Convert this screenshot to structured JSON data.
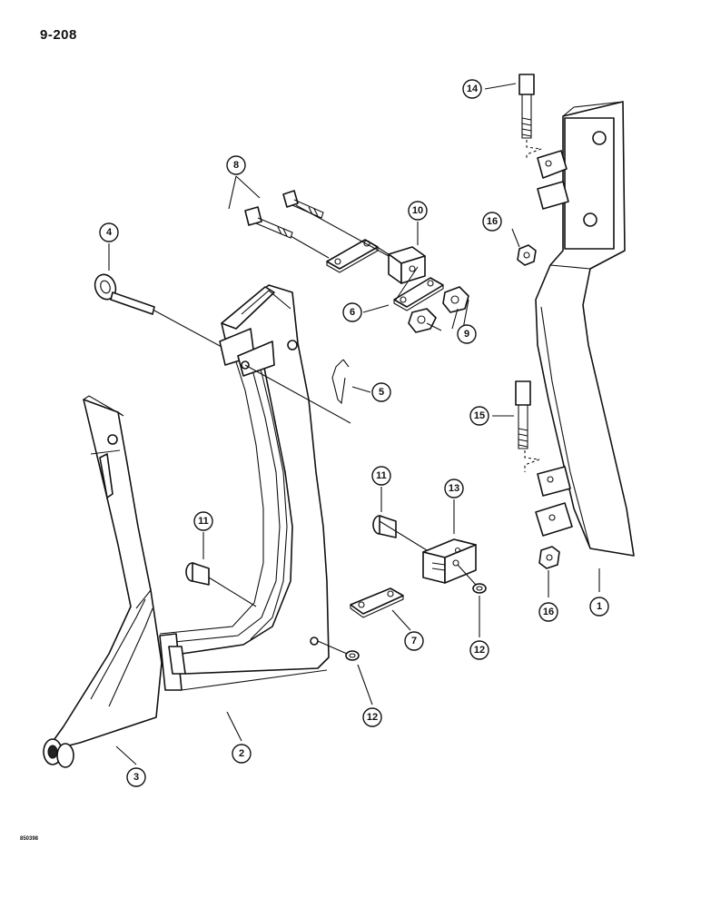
{
  "page_label": "9-208",
  "drawing_code": "850398",
  "callouts": [
    {
      "id": "c1",
      "label": "1"
    },
    {
      "id": "c2",
      "label": "2"
    },
    {
      "id": "c3",
      "label": "3"
    },
    {
      "id": "c4",
      "label": "4"
    },
    {
      "id": "c5",
      "label": "5"
    },
    {
      "id": "c6",
      "label": "6"
    },
    {
      "id": "c7",
      "label": "7"
    },
    {
      "id": "c8",
      "label": "8"
    },
    {
      "id": "c9",
      "label": "9"
    },
    {
      "id": "c10",
      "label": "10"
    },
    {
      "id": "c11a",
      "label": "11"
    },
    {
      "id": "c11b",
      "label": "11"
    },
    {
      "id": "c12a",
      "label": "12"
    },
    {
      "id": "c12b",
      "label": "12"
    },
    {
      "id": "c13",
      "label": "13"
    },
    {
      "id": "c14",
      "label": "14"
    },
    {
      "id": "c15",
      "label": "15"
    },
    {
      "id": "c16a",
      "label": "16"
    },
    {
      "id": "c16b",
      "label": "16"
    }
  ]
}
